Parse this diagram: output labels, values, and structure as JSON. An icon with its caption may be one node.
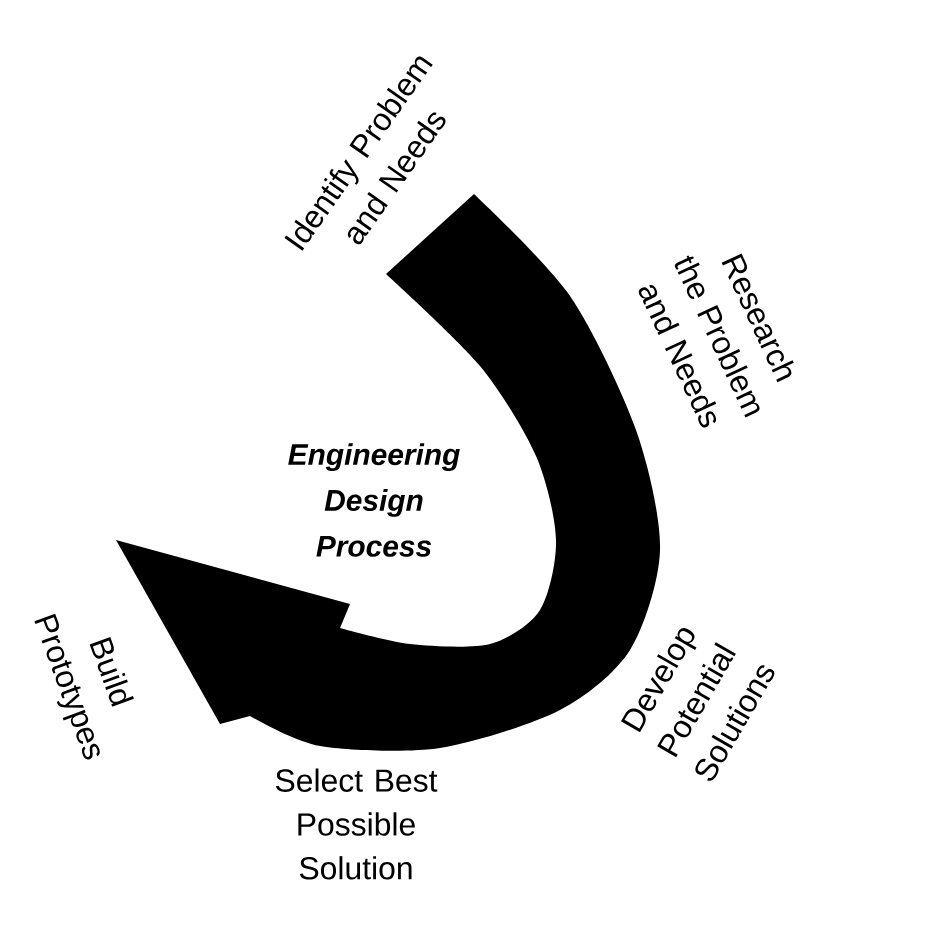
{
  "diagram": {
    "title": "Engineering Design Process",
    "labels": [
      "Identify Problem and Needs",
      "Research the Problem and Needs",
      "Develop Potential Solutions",
      "Select Best Possible Solution",
      "Build Prototypes"
    ]
  }
}
